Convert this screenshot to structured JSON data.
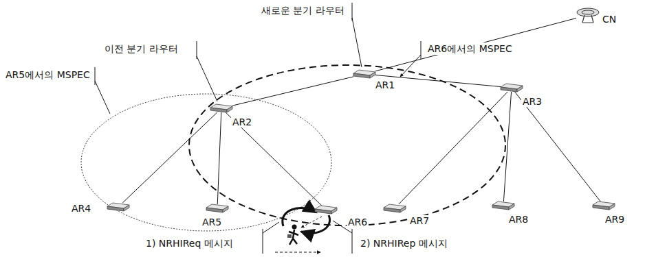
{
  "diagram": {
    "nodes": [
      {
        "text": [
          "CN"
        ]
      },
      {
        "text": [
          "AR1"
        ]
      },
      {
        "text": [
          "AR2"
        ]
      },
      {
        "text": [
          "AR3"
        ]
      },
      {
        "text": [
          "AR4"
        ]
      },
      {
        "text": [
          "AR5"
        ]
      },
      {
        "text": [
          "AR6"
        ]
      },
      {
        "text": [
          "AR7"
        ]
      },
      {
        "text": [
          "AR8"
        ]
      },
      {
        "text": [
          "AR9"
        ]
      }
    ],
    "edges": [
      {
        "from": 0,
        "to": 1,
        "arrow": "none"
      },
      {
        "from": 1,
        "to": 2,
        "arrow": "none"
      },
      {
        "from": 1,
        "to": 3,
        "arrow": "none"
      },
      {
        "from": 2,
        "to": 4,
        "arrow": "none"
      },
      {
        "from": 2,
        "to": 5,
        "arrow": "none"
      },
      {
        "from": 2,
        "to": 6,
        "arrow": "none"
      },
      {
        "from": 3,
        "to": 7,
        "arrow": "none"
      },
      {
        "from": 3,
        "to": 8,
        "arrow": "none"
      },
      {
        "from": 3,
        "to": 9,
        "arrow": "none"
      }
    ],
    "labels": [
      "새로운 분기 라우터",
      "이전 분기 라우터",
      "AR5에서의 MSPEC",
      "AR6에서의 MSPEC",
      "1) NRHIReq 메시지",
      "2) NRHIRep 메시지"
    ]
  }
}
